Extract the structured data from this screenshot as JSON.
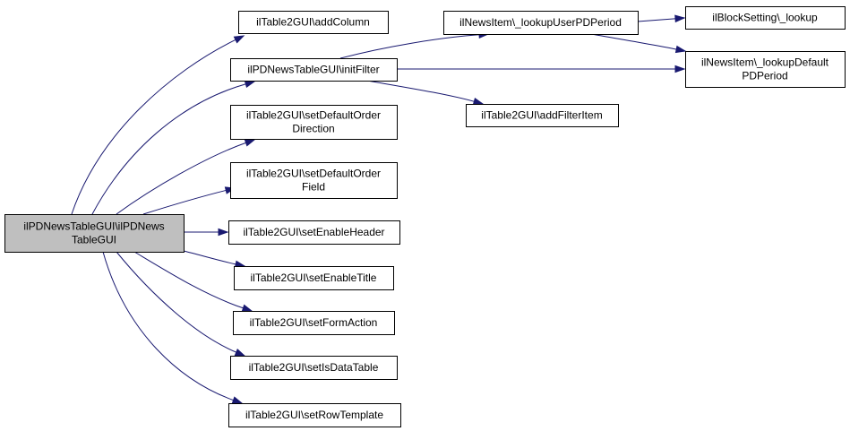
{
  "graph": {
    "edge_color": "#191970",
    "root_fill": "#bfbfbf",
    "node_fill": "#ffffff",
    "nodes": [
      {
        "id": "root",
        "lines": [
          "ilPDNewsTableGUI\\ilPDNews",
          "TableGUI"
        ],
        "root": true
      },
      {
        "id": "addColumn",
        "lines": [
          "ilTable2GUI\\addColumn"
        ]
      },
      {
        "id": "initFilter",
        "lines": [
          "ilPDNewsTableGUI\\initFilter"
        ]
      },
      {
        "id": "setDefaultOrderDirection",
        "lines": [
          "ilTable2GUI\\setDefaultOrder",
          "Direction"
        ]
      },
      {
        "id": "setDefaultOrderField",
        "lines": [
          "ilTable2GUI\\setDefaultOrder",
          "Field"
        ]
      },
      {
        "id": "setEnableHeader",
        "lines": [
          "ilTable2GUI\\setEnableHeader"
        ]
      },
      {
        "id": "setEnableTitle",
        "lines": [
          "ilTable2GUI\\setEnableTitle"
        ]
      },
      {
        "id": "setFormAction",
        "lines": [
          "ilTable2GUI\\setFormAction"
        ]
      },
      {
        "id": "setIsDataTable",
        "lines": [
          "ilTable2GUI\\setIsDataTable"
        ]
      },
      {
        "id": "setRowTemplate",
        "lines": [
          "ilTable2GUI\\setRowTemplate"
        ]
      },
      {
        "id": "lookupUserPDPeriod",
        "lines": [
          "ilNewsItem\\_lookupUserPDPeriod"
        ]
      },
      {
        "id": "lookupDefaultPDPeriod",
        "lines": [
          "ilNewsItem\\_lookupDefault",
          "PDPeriod"
        ]
      },
      {
        "id": "addFilterItem",
        "lines": [
          "ilTable2GUI\\addFilterItem"
        ]
      },
      {
        "id": "blockLookup",
        "lines": [
          "ilBlockSetting\\_lookup"
        ]
      }
    ],
    "edges": [
      {
        "from": "root",
        "to": "addColumn"
      },
      {
        "from": "root",
        "to": "initFilter"
      },
      {
        "from": "root",
        "to": "setDefaultOrderDirection"
      },
      {
        "from": "root",
        "to": "setDefaultOrderField"
      },
      {
        "from": "root",
        "to": "setEnableHeader"
      },
      {
        "from": "root",
        "to": "setEnableTitle"
      },
      {
        "from": "root",
        "to": "setFormAction"
      },
      {
        "from": "root",
        "to": "setIsDataTable"
      },
      {
        "from": "root",
        "to": "setRowTemplate"
      },
      {
        "from": "initFilter",
        "to": "lookupUserPDPeriod"
      },
      {
        "from": "initFilter",
        "to": "lookupDefaultPDPeriod"
      },
      {
        "from": "initFilter",
        "to": "addFilterItem"
      },
      {
        "from": "lookupUserPDPeriod",
        "to": "blockLookup"
      },
      {
        "from": "lookupUserPDPeriod",
        "to": "lookupDefaultPDPeriod"
      }
    ]
  }
}
